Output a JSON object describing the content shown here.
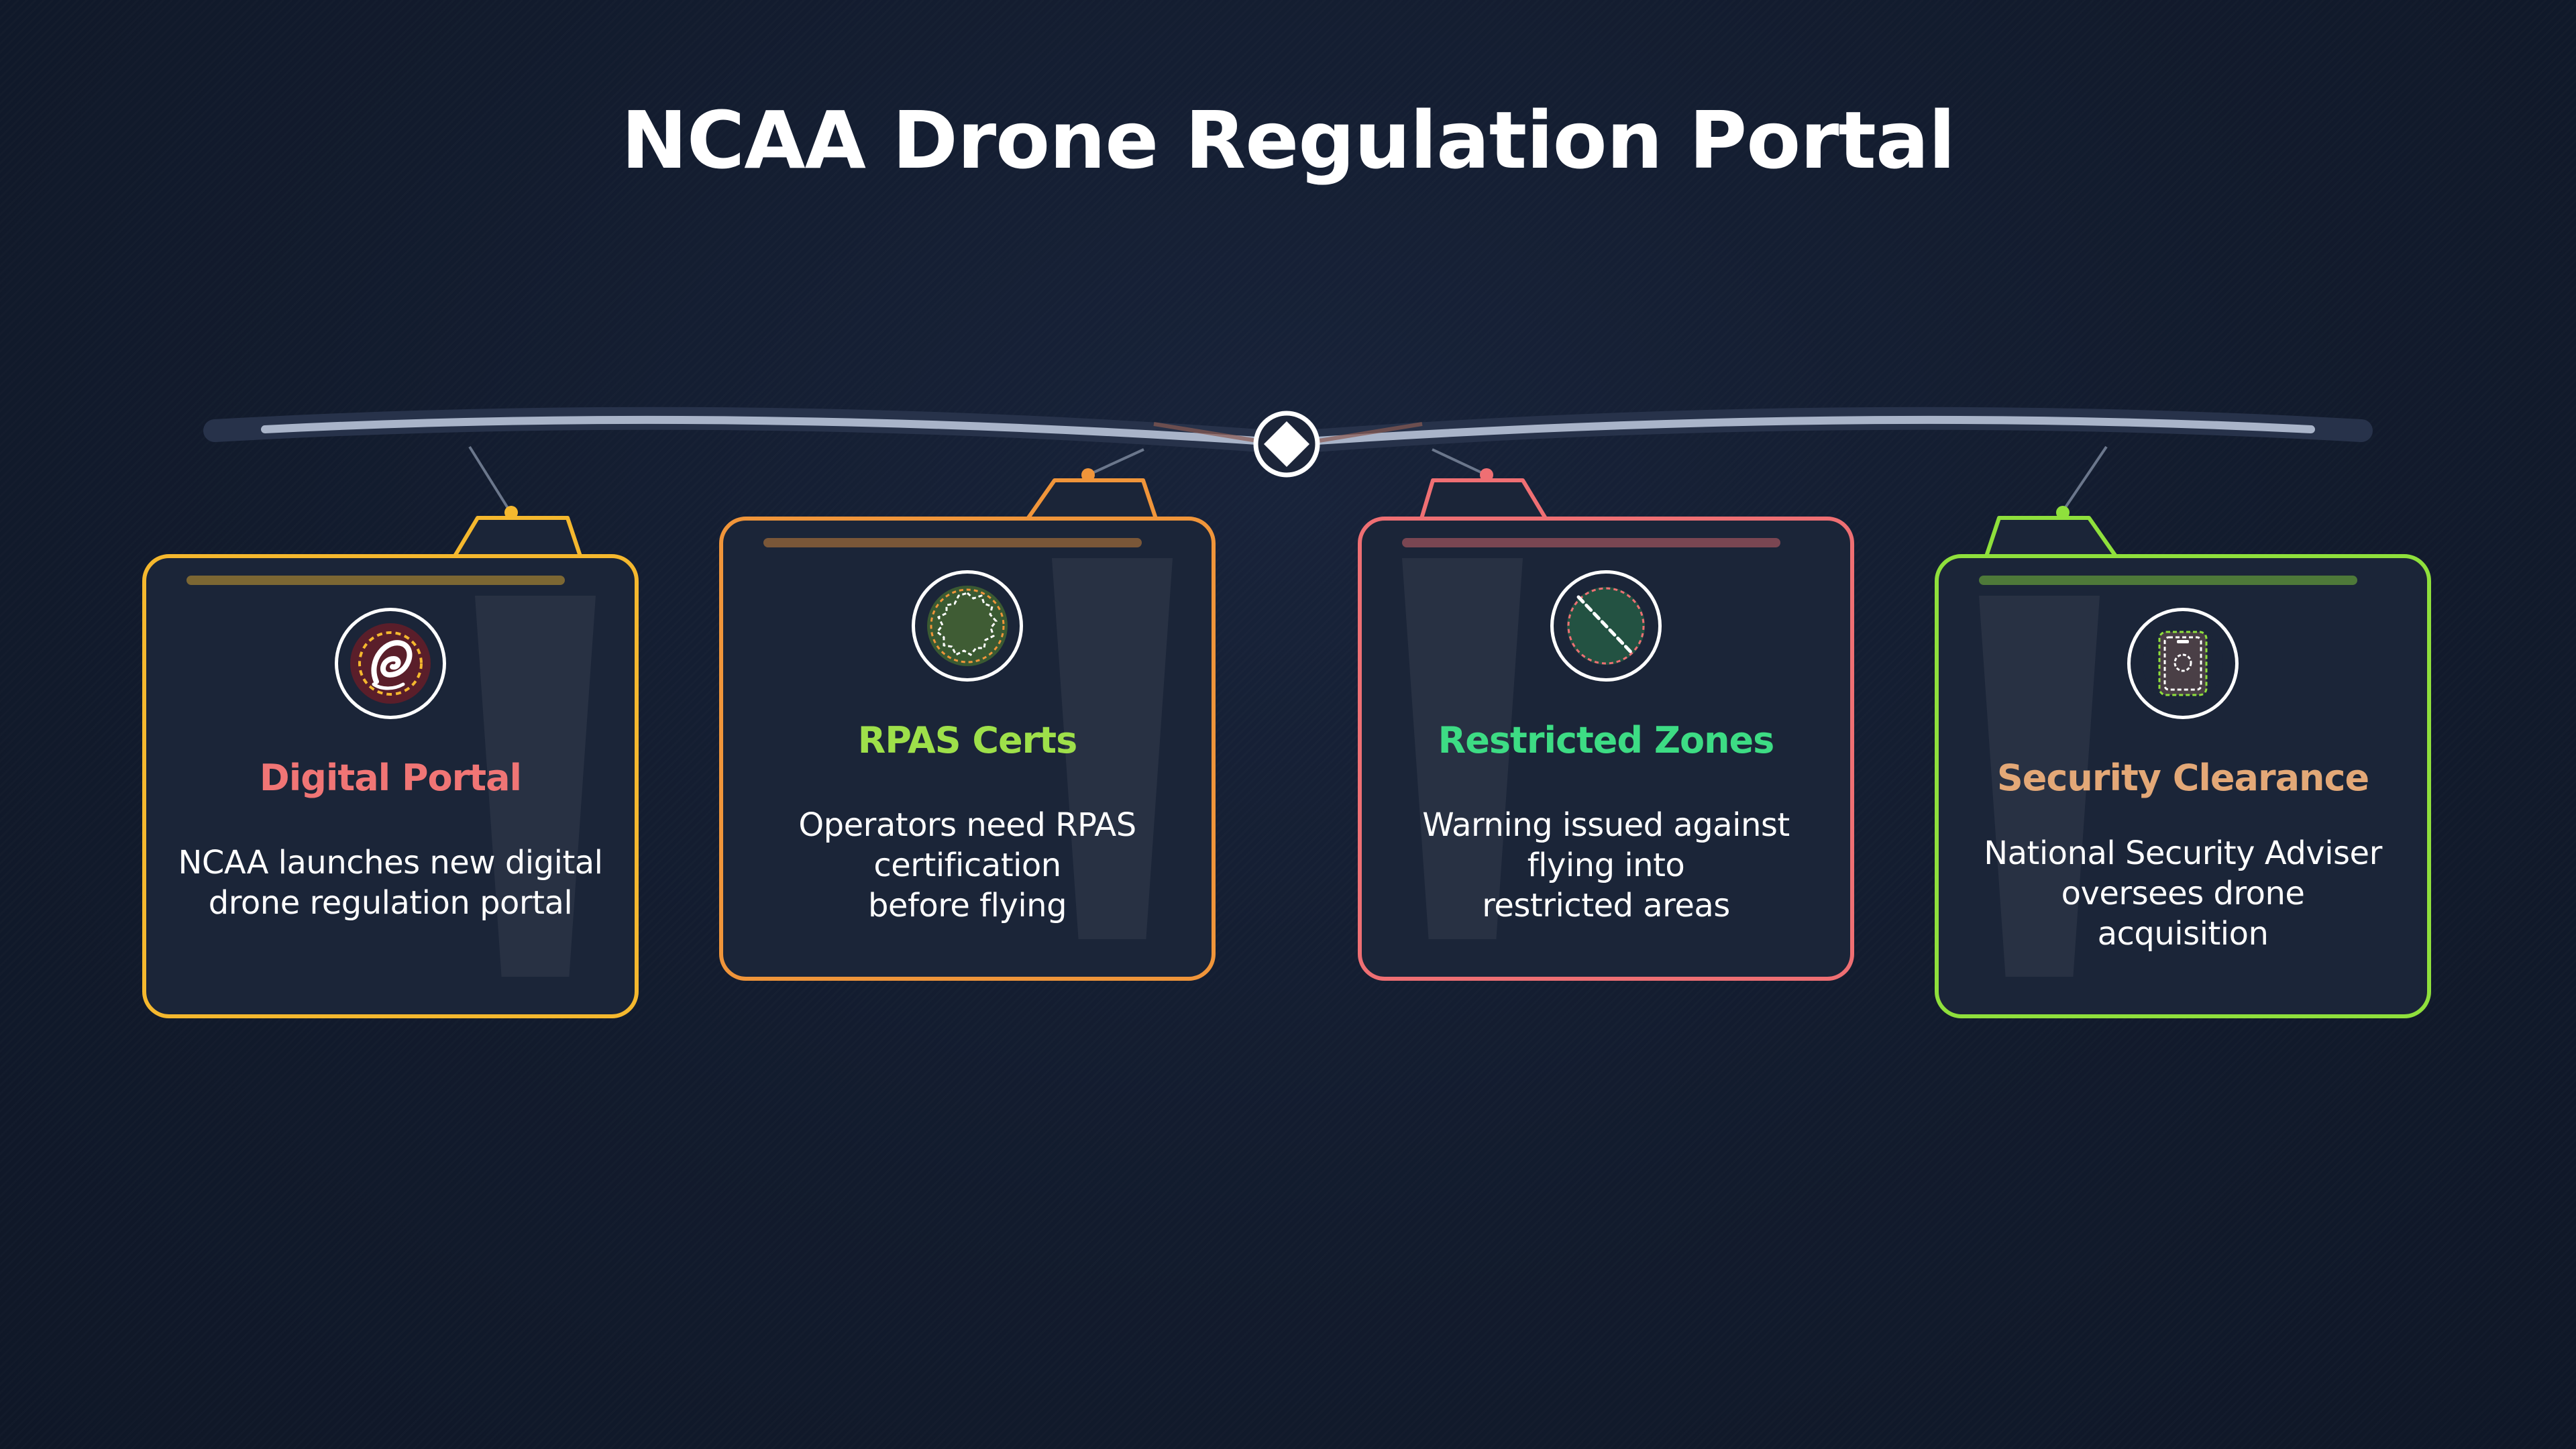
{
  "title": "NCAA Drone Regulation Portal",
  "colors": {
    "background": "#131c2e",
    "card_fill": "#1b2538",
    "spine": "#a9b4c9"
  },
  "nodes": [
    {
      "label": "Digital Portal",
      "description": "NCAA launches new digital\ndrone regulation portal",
      "icon": "portal-swirl-icon",
      "border_color": "#f5b82e",
      "label_color": "#f07575"
    },
    {
      "label": "RPAS Certs",
      "description": "Operators need RPAS\ncertification\nbefore flying",
      "icon": "certificate-seal-icon",
      "border_color": "#f0953a",
      "label_color": "#9ee04a"
    },
    {
      "label": "Restricted Zones",
      "description": "Warning issued against\nflying into\nrestricted areas",
      "icon": "no-fly-zone-icon",
      "border_color": "#ef6f73",
      "label_color": "#3ddc84"
    },
    {
      "label": "Security Clearance",
      "description": "National Security Adviser\noversees drone\nacquisition",
      "icon": "security-device-icon",
      "border_color": "#8fe03c",
      "label_color": "#e3a877"
    }
  ]
}
